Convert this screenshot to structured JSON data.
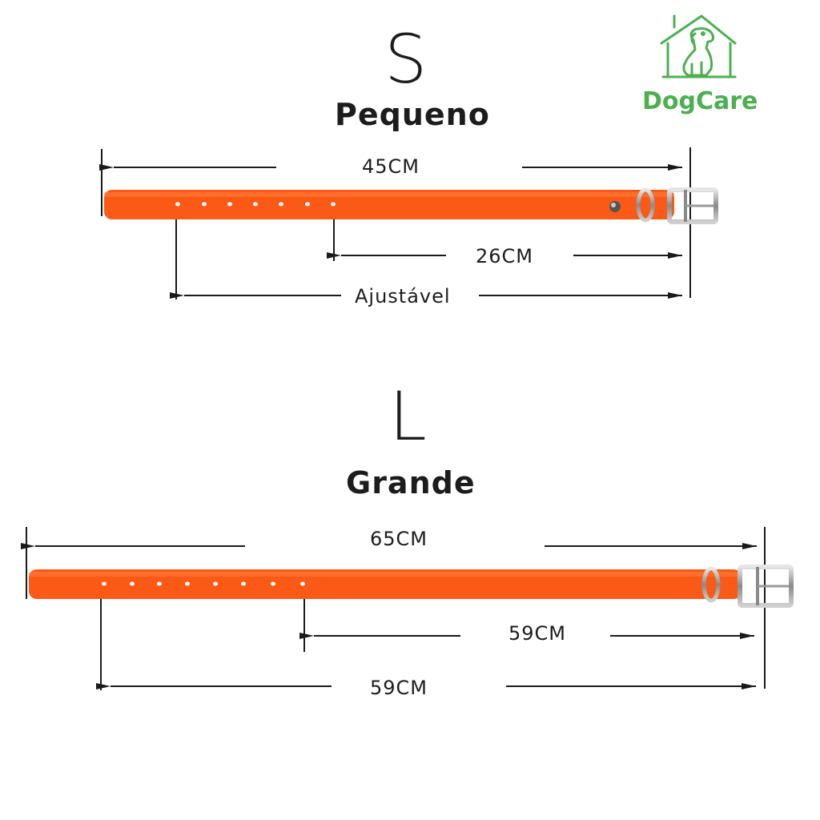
{
  "brand": {
    "name": "DogCare",
    "icon": "dog-house-icon",
    "color": "#4caf50"
  },
  "colors": {
    "collar": "#fb5a16",
    "line": "#1a1a1a",
    "hardware": "#9a9a9a"
  },
  "small": {
    "letter": "S",
    "name": "Pequeno",
    "total_length": "45CM",
    "inner_length": "26CM",
    "adjustable": "Ajustável",
    "holes": 7
  },
  "large": {
    "letter": "L",
    "name": "Grande",
    "total_length": "65CM",
    "inner_length": "59CM",
    "adjustable": "59CM",
    "holes": 8
  }
}
